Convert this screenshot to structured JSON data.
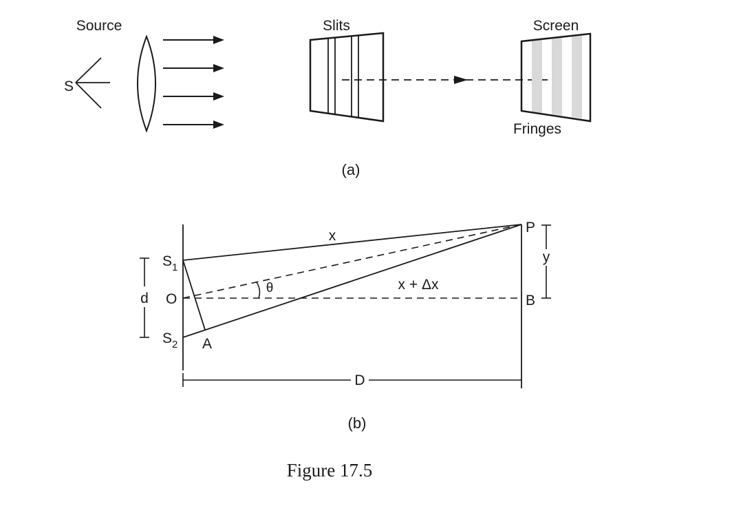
{
  "part_a": {
    "source_label": "Source",
    "slits_label": "Slits",
    "screen_label": "Screen",
    "fringes_label": "Fringes",
    "point_s": "S",
    "sublabel": "(a)"
  },
  "part_b": {
    "s1_main": "S",
    "s1_sub": "1",
    "s2_main": "S",
    "s2_sub": "2",
    "point_o": "O",
    "point_a": "A",
    "point_p": "P",
    "point_b": "B",
    "label_d_small": "d",
    "label_y": "y",
    "label_x": "x",
    "label_x_plus_dx": "x + Δx",
    "label_theta": "θ",
    "label_D": "D",
    "sublabel": "(b)"
  },
  "caption": "Figure 17.5",
  "colors": {
    "ink": "#1a1a1a",
    "fringe": "#d9d9d9"
  }
}
